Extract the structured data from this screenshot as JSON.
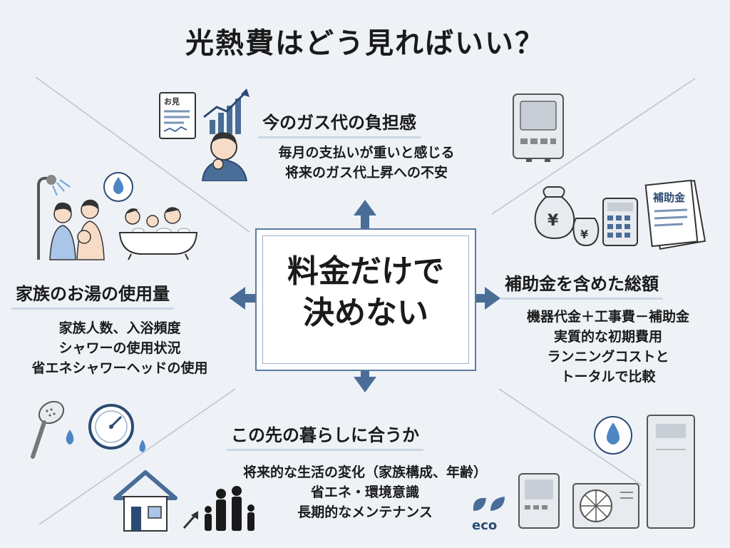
{
  "title": "光熱費はどう見ればいい？",
  "center": {
    "line1": "料金だけで",
    "line2": "決めない"
  },
  "top": {
    "heading": "今のガス代の負担感",
    "lines": [
      "毎月の支払いが重いと感じる",
      "将来のガス代上昇への不安"
    ],
    "bill_label": "お見"
  },
  "left": {
    "heading": "家族のお湯の使用量",
    "lines": [
      "家族人数、入浴頻度",
      "シャワーの使用状況",
      "省エネシャワーヘッドの使用"
    ]
  },
  "right": {
    "heading": "補助金を含めた総額",
    "lines": [
      "機器代金＋工事費－補助金",
      "実質的な初期費用",
      "ランニングコストと",
      "トータルで比較"
    ],
    "doc_label": "補助金",
    "yen_symbol": "¥"
  },
  "bottom": {
    "heading": "この先の暮らしに合うか",
    "lines": [
      "将来的な生活の変化（家族構成、年齢）",
      "省エネ・環境意識",
      "長期的なメンテナンス"
    ],
    "eco_label": "eco"
  },
  "colors": {
    "accent": "#4a6d97",
    "navy": "#2c4a73",
    "background": "#eef2f7",
    "water_drop": "#4d86c4",
    "line": "#b9c3cf"
  }
}
